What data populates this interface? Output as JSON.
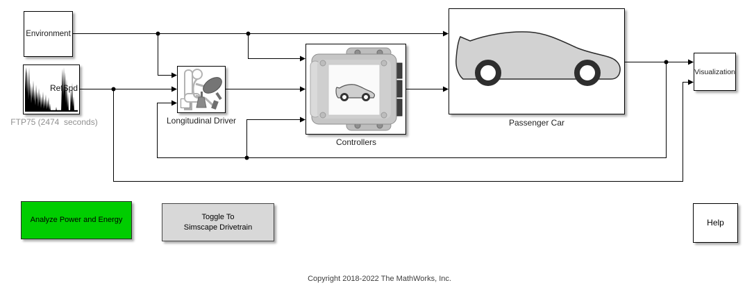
{
  "model": {
    "blocks": {
      "environment": {
        "label": "Environment"
      },
      "drive_cycle": {
        "signal_label": "RefSpd",
        "name": "FTP75 (2474  seconds)"
      },
      "longitudinal_driver": {
        "label": "Longitudinal Driver"
      },
      "controllers": {
        "label": "Controllers"
      },
      "passenger_car": {
        "label": "Passenger Car"
      },
      "visualization": {
        "label": "Visualization"
      }
    },
    "buttons": {
      "analyze": {
        "label": "Analyze Power and Energy",
        "color": "#00CD00"
      },
      "toggle": {
        "line1": "Toggle To",
        "line2": "Simscape Drivetrain",
        "color": "#D8D8D8"
      },
      "help": {
        "label": "Help"
      }
    },
    "annotations": {
      "copyright": "Copyright 2018-2022 The MathWorks, Inc."
    }
  }
}
